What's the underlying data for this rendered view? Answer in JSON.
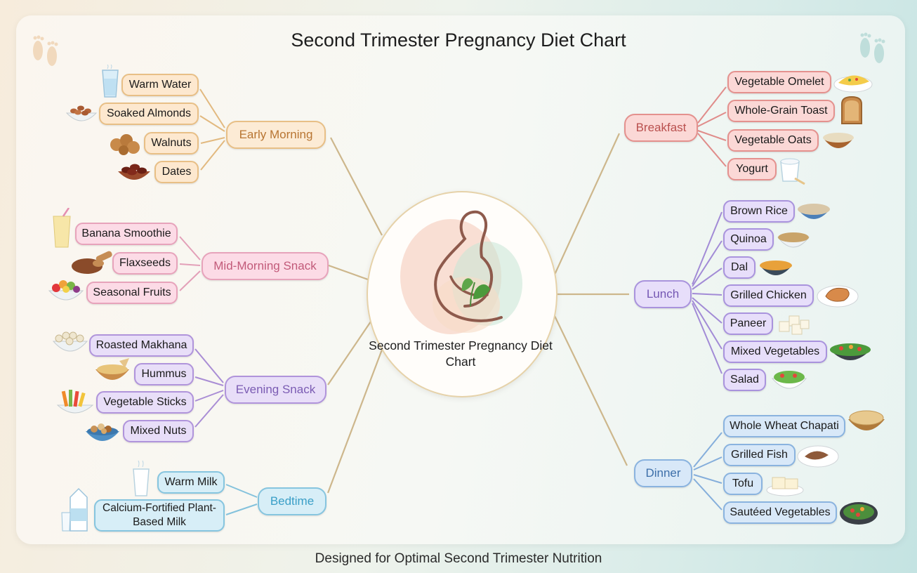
{
  "title": "Second Trimester Pregnancy Diet Chart",
  "center_label": "Second Trimester Pregnancy Diet Chart",
  "footer": "Designed for Optimal Second Trimester Nutrition",
  "colors": {
    "early_morning": "#e8bf86",
    "mid_morning": "#e7a3bb",
    "evening": "#b094db",
    "bedtime": "#86c5df",
    "breakfast": "#e4918e",
    "lunch": "#a993dd",
    "dinner": "#8ab3df"
  },
  "meals": {
    "early_morning": {
      "label": "Early Morning",
      "items": [
        {
          "label": "Warm Water",
          "icon": "water-glass-icon"
        },
        {
          "label": "Soaked Almonds",
          "icon": "almonds-icon"
        },
        {
          "label": "Walnuts",
          "icon": "walnuts-icon"
        },
        {
          "label": "Dates",
          "icon": "dates-icon"
        }
      ]
    },
    "mid_morning": {
      "label": "Mid-Morning Snack",
      "items": [
        {
          "label": "Banana Smoothie",
          "icon": "smoothie-icon"
        },
        {
          "label": "Flaxseeds",
          "icon": "flaxseeds-icon"
        },
        {
          "label": "Seasonal Fruits",
          "icon": "fruit-bowl-icon"
        }
      ]
    },
    "evening": {
      "label": "Evening Snack",
      "items": [
        {
          "label": "Roasted Makhana",
          "icon": "makhana-icon"
        },
        {
          "label": "Hummus",
          "icon": "hummus-icon"
        },
        {
          "label": "Vegetable Sticks",
          "icon": "vegetable-sticks-icon"
        },
        {
          "label": "Mixed Nuts",
          "icon": "mixed-nuts-icon"
        }
      ]
    },
    "bedtime": {
      "label": "Bedtime",
      "items": [
        {
          "label": "Warm Milk",
          "icon": "milk-glass-icon"
        },
        {
          "label": "Calcium-Fortified Plant-Based Milk",
          "icon": "milk-carton-icon"
        }
      ]
    },
    "breakfast": {
      "label": "Breakfast",
      "items": [
        {
          "label": "Vegetable Omelet",
          "icon": "omelet-icon"
        },
        {
          "label": "Whole-Grain Toast",
          "icon": "toast-icon"
        },
        {
          "label": "Vegetable Oats",
          "icon": "oats-bowl-icon"
        },
        {
          "label": "Yogurt",
          "icon": "yogurt-icon"
        }
      ]
    },
    "lunch": {
      "label": "Lunch",
      "items": [
        {
          "label": "Brown Rice",
          "icon": "rice-bowl-icon"
        },
        {
          "label": "Quinoa",
          "icon": "quinoa-bowl-icon"
        },
        {
          "label": "Dal",
          "icon": "dal-bowl-icon"
        },
        {
          "label": "Grilled Chicken",
          "icon": "chicken-plate-icon"
        },
        {
          "label": "Paneer",
          "icon": "paneer-icon"
        },
        {
          "label": "Mixed Vegetables",
          "icon": "vegetables-bowl-icon"
        },
        {
          "label": "Salad",
          "icon": "salad-bowl-icon"
        }
      ]
    },
    "dinner": {
      "label": "Dinner",
      "items": [
        {
          "label": "Whole Wheat Chapati",
          "icon": "chapati-basket-icon"
        },
        {
          "label": "Grilled Fish",
          "icon": "fish-plate-icon"
        },
        {
          "label": "Tofu",
          "icon": "tofu-icon"
        },
        {
          "label": "Sautéed Vegetables",
          "icon": "sauteed-vegetables-icon"
        }
      ]
    }
  }
}
